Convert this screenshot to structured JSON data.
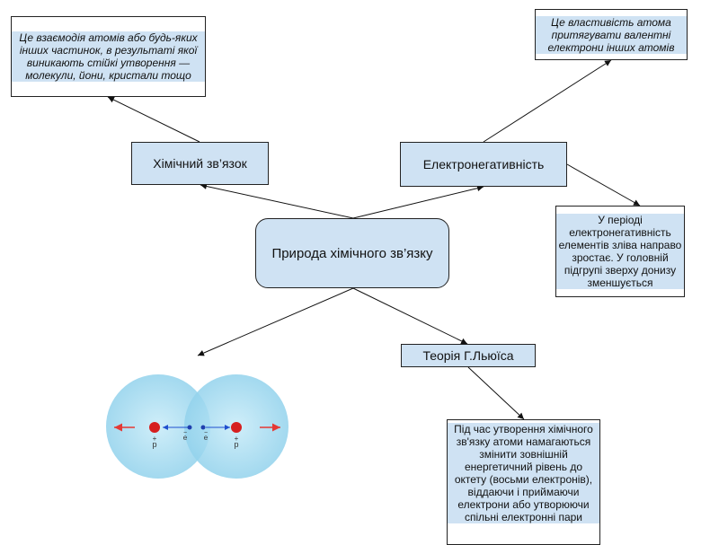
{
  "diagram": {
    "center": {
      "label": "Природа хімічного зв’язку"
    },
    "nodes": {
      "chemical_bond": "Хімічний зв’язок",
      "electronegativity": "Електронегативність",
      "lewis_theory": "Теорія Г.Льюїса"
    },
    "notes": {
      "chemical_bond_definition": "Це взаємодія атомів або будь-яких інших частинок, в результаті якої виникають стійкі утворення — молекули, йони, кристали тощо",
      "electronegativity_definition": "Це властивість атома притягувати валентні електрони інших атомів",
      "electronegativity_trend": "У періоді електронегативність елементів зліва направо зростає. У головній підгрупі зверху донизу зменшується",
      "lewis_description": "Під час утворення хімічного зв'язку атоми намагаються змінити зовнішній енергетичний рівень до октету (восьми електронів), віддаючи і приймаючи електрони або утворюючи спільні електронні пари"
    },
    "illustration": {
      "proton_label": "p",
      "proton_charge": "+",
      "electron_label": "e",
      "electron_charge": "−"
    },
    "colors": {
      "box_fill": "#cfe2f3",
      "atom_fill": "#a6dcf0",
      "proton": "#d61f1f",
      "electron": "#1f4fcf",
      "force_arrow": "#e53935"
    }
  }
}
